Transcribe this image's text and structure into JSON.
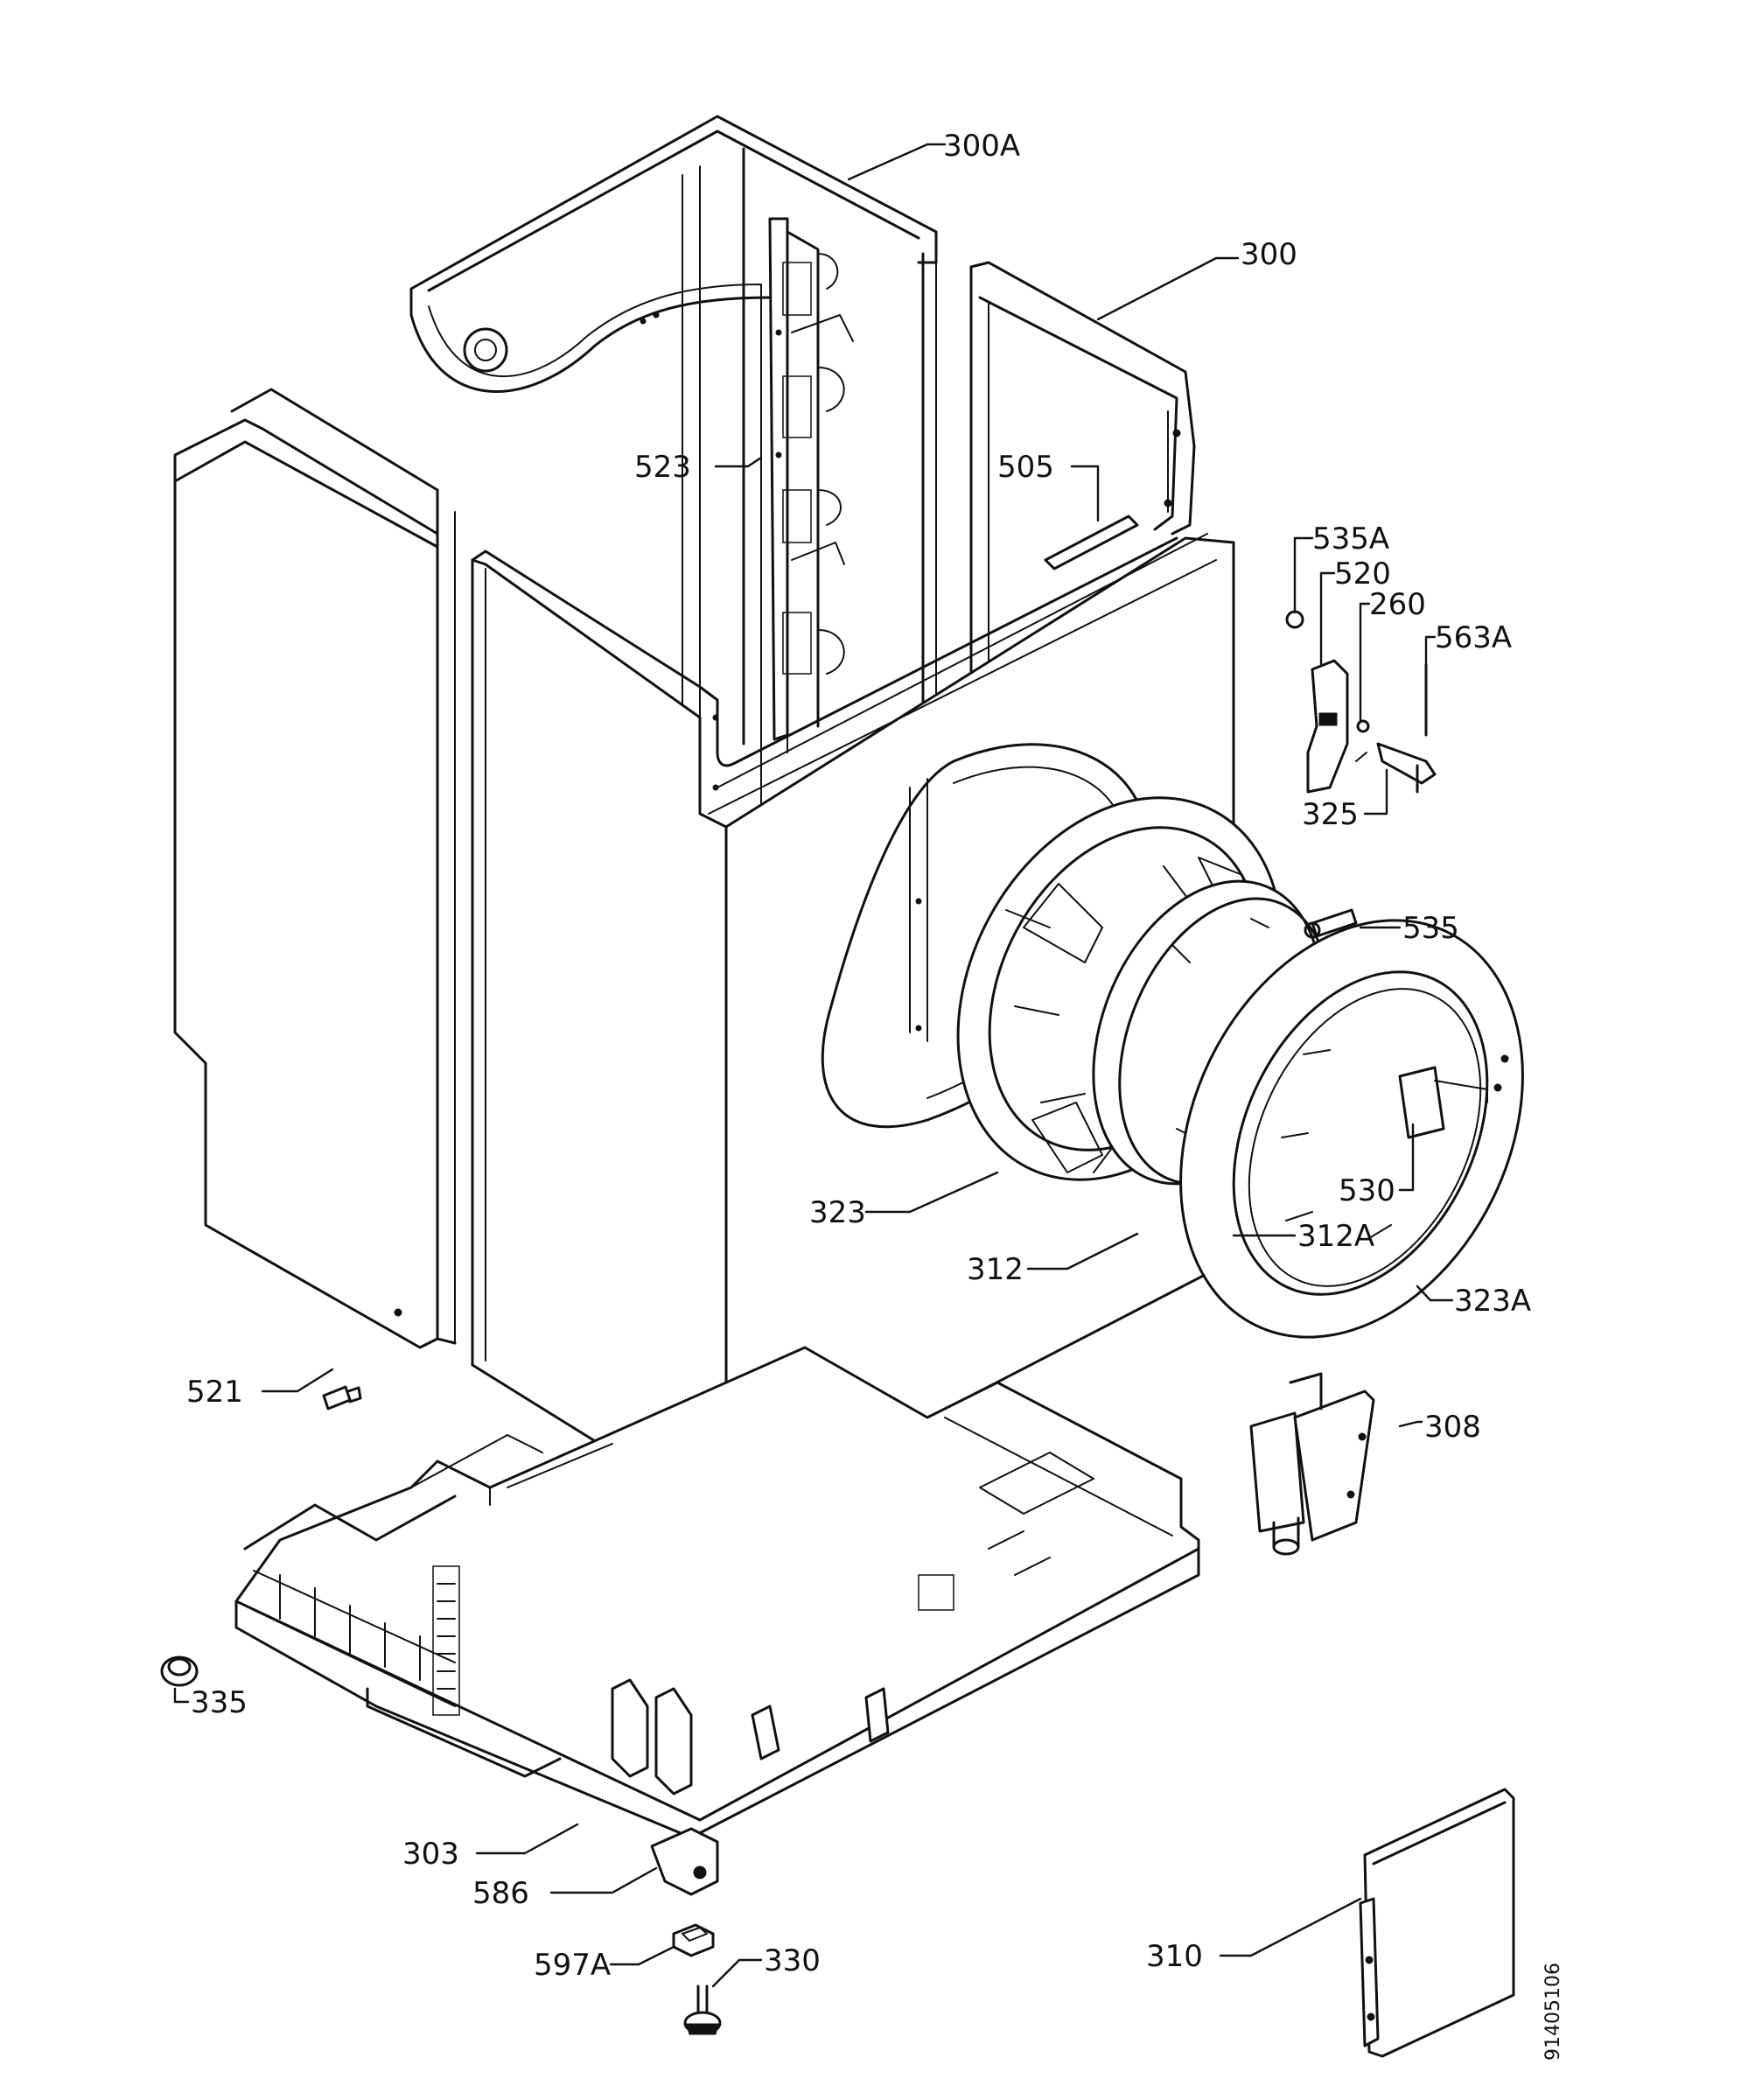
{
  "callouts": [
    {
      "id": "300A",
      "text": "300A"
    },
    {
      "id": "300",
      "text": "300"
    },
    {
      "id": "523",
      "text": "523"
    },
    {
      "id": "505",
      "text": "505"
    },
    {
      "id": "535A",
      "text": "535A"
    },
    {
      "id": "520",
      "text": "520"
    },
    {
      "id": "260",
      "text": "260"
    },
    {
      "id": "563A",
      "text": "563A"
    },
    {
      "id": "325",
      "text": "325"
    },
    {
      "id": "535",
      "text": "535"
    },
    {
      "id": "530",
      "text": "530"
    },
    {
      "id": "323",
      "text": "323"
    },
    {
      "id": "312A",
      "text": "312A"
    },
    {
      "id": "312",
      "text": "312"
    },
    {
      "id": "323A",
      "text": "323A"
    },
    {
      "id": "521",
      "text": "521"
    },
    {
      "id": "308",
      "text": "308"
    },
    {
      "id": "335",
      "text": "335"
    },
    {
      "id": "303",
      "text": "303"
    },
    {
      "id": "586",
      "text": "586"
    },
    {
      "id": "597A",
      "text": "597A"
    },
    {
      "id": "330",
      "text": "330"
    },
    {
      "id": "310",
      "text": "310"
    }
  ],
  "drawing_number": "91405106"
}
